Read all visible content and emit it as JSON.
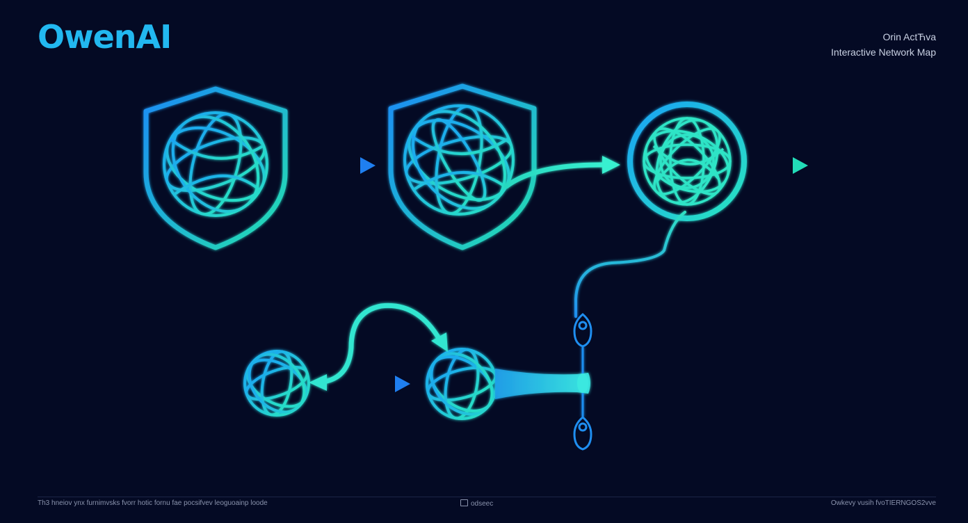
{
  "header": {
    "brand": "OwenAI",
    "title": "Orin ActЋva",
    "subtitle": "Interactive Network Map"
  },
  "footer": {
    "left": "Th3 hneiov ynx furnimvsks fvorr hotic fornu fae pocsifvev leoguoainp loode",
    "center": "odseec",
    "right": "Owkevy vusih fvoTIERNGOS2vve"
  },
  "colors": {
    "background": "#040a24",
    "brand": "#22b8f0",
    "gradient_start": "#1d8cf5",
    "gradient_end": "#22e0b0",
    "connector": "#3a4ea8"
  },
  "nodes": [
    {
      "id": "shield-globe-1",
      "icon": "shield-globe-icon"
    },
    {
      "id": "shield-globe-2",
      "icon": "shield-globe-icon"
    },
    {
      "id": "ring-globe",
      "icon": "ringed-tangle-globe-icon"
    },
    {
      "id": "small-globe-1",
      "icon": "globe-icon"
    },
    {
      "id": "small-globe-2",
      "icon": "globe-icon"
    },
    {
      "id": "eye-node-top",
      "icon": "eye-node-icon"
    },
    {
      "id": "eye-node-bottom",
      "icon": "eye-node-icon"
    }
  ]
}
